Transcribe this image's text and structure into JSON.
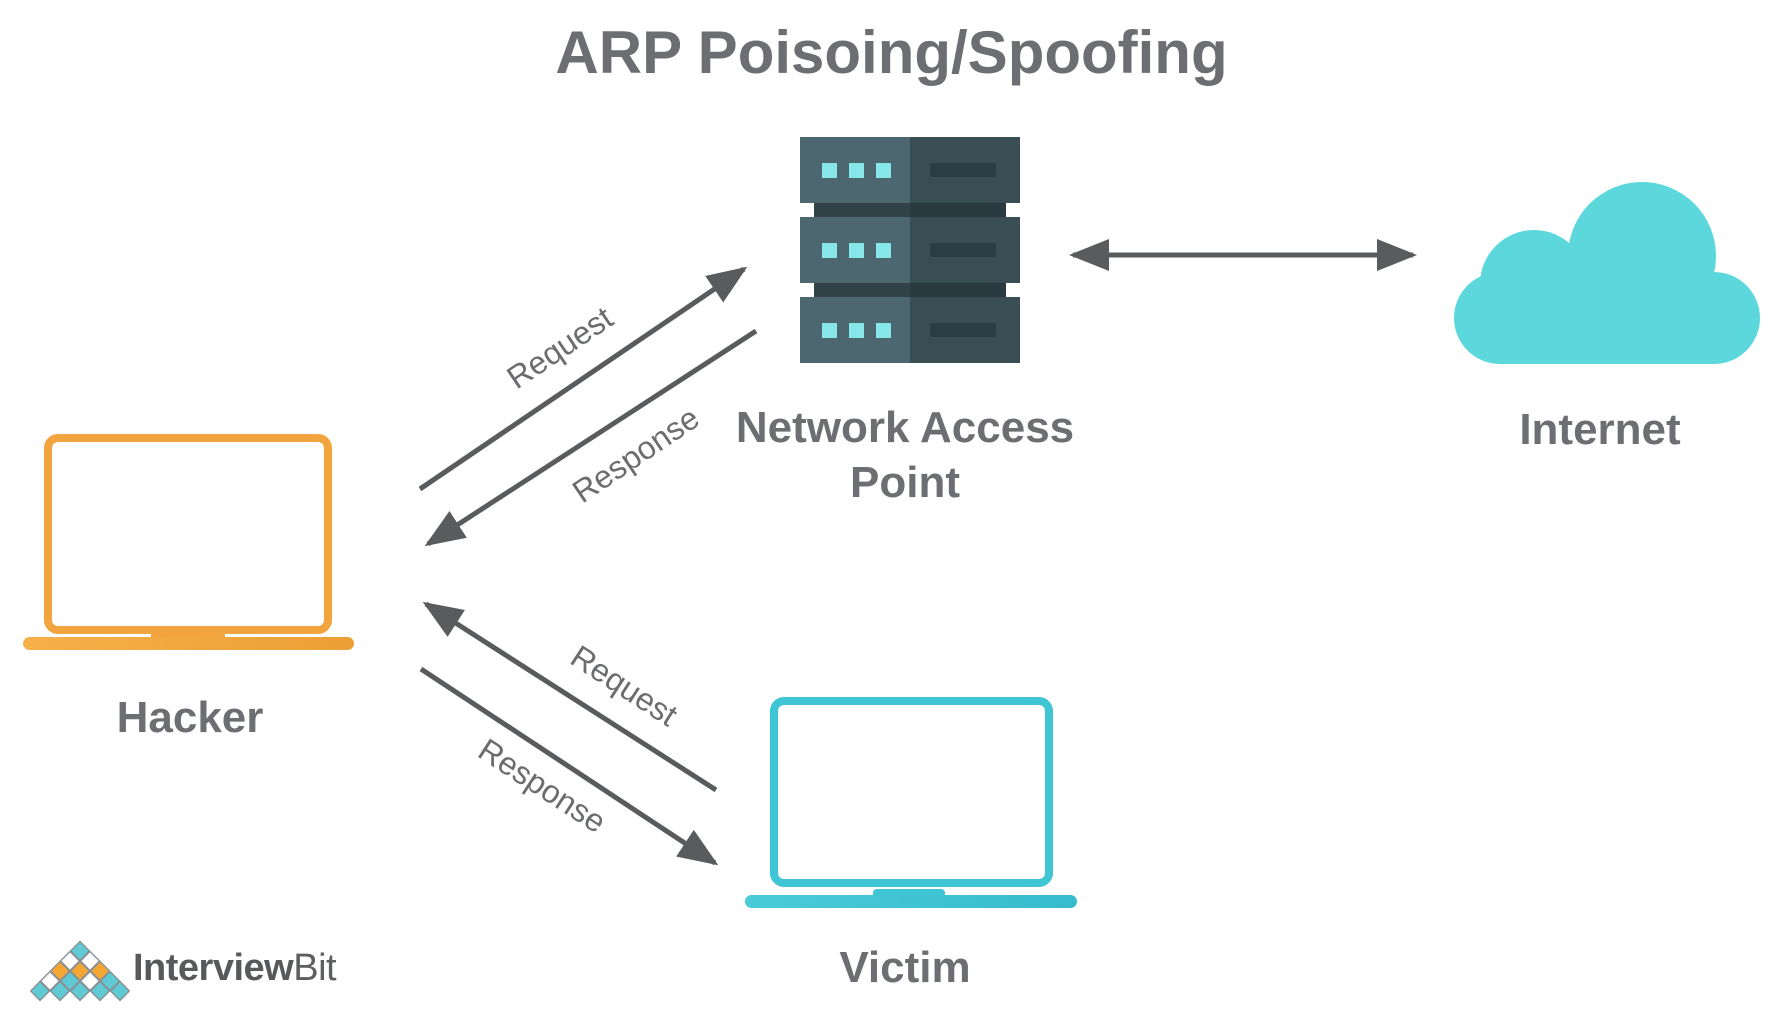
{
  "header": {
    "title": "ARP Poisoing/Spoofing"
  },
  "nodes": {
    "hacker": {
      "label": "Hacker",
      "color": "#f2a53f"
    },
    "victim": {
      "label": "Victim",
      "color": "#3fc5d4"
    },
    "network_access_point": {
      "label": "Network Access Point",
      "color_light": "#4d6770",
      "color_dark": "#394d54",
      "led_color": "#86e6ea"
    },
    "internet": {
      "label": "Internet",
      "color": "#5cd8dd"
    }
  },
  "edges": {
    "hacker_nap": {
      "request": "Request",
      "response": "Response"
    },
    "victim_hacker": {
      "request": "Request",
      "response": "Response"
    },
    "nap_internet": {
      "type": "bidirectional"
    }
  },
  "arrow_color": "#5a5b5d",
  "text_color": "#6d6e71",
  "branding": {
    "name_bold": "Interview",
    "name_light": "Bit",
    "logo_teal": "#5fc9d4",
    "logo_orange": "#f5a733"
  }
}
